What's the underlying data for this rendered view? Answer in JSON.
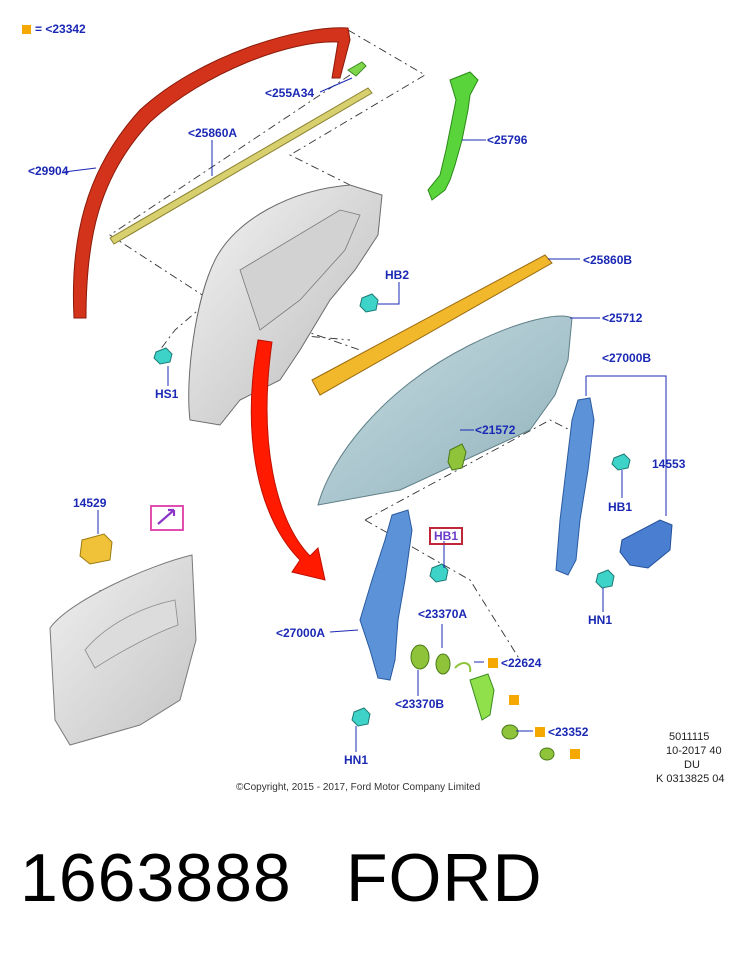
{
  "legend": {
    "text": "= <23342"
  },
  "labels": {
    "l29904": "<29904",
    "l255A34": "<255A34",
    "l25860A": "<25860A",
    "l25796": "<25796",
    "lHB2": "HB2",
    "l25860B": "<25860B",
    "l25712": "<25712",
    "lHS1": "HS1",
    "l27000B": "<27000B",
    "l21572": "<21572",
    "l14553": "14553",
    "lHB1a": "HB1",
    "l14529": "14529",
    "lHB1b": "HB1",
    "l23370A": "<23370A",
    "l27000A": "<27000A",
    "l22624": "<22624",
    "lHN1a": "HN1",
    "l23370B": "<23370B",
    "l23352": "<23352",
    "lHN1b": "HN1"
  },
  "copyright": "©Copyright, 2015 - 2017, Ford Motor Company Limited",
  "code": {
    "line1": "5011115",
    "line2": "10-2017 40",
    "line3": "DU",
    "line4": "K 0313825 04"
  },
  "part_number": "1663888",
  "brand": "FORD",
  "colors": {
    "label": "#1a28b4",
    "accent": "#f5a800",
    "arrow": "#ff1a00"
  }
}
